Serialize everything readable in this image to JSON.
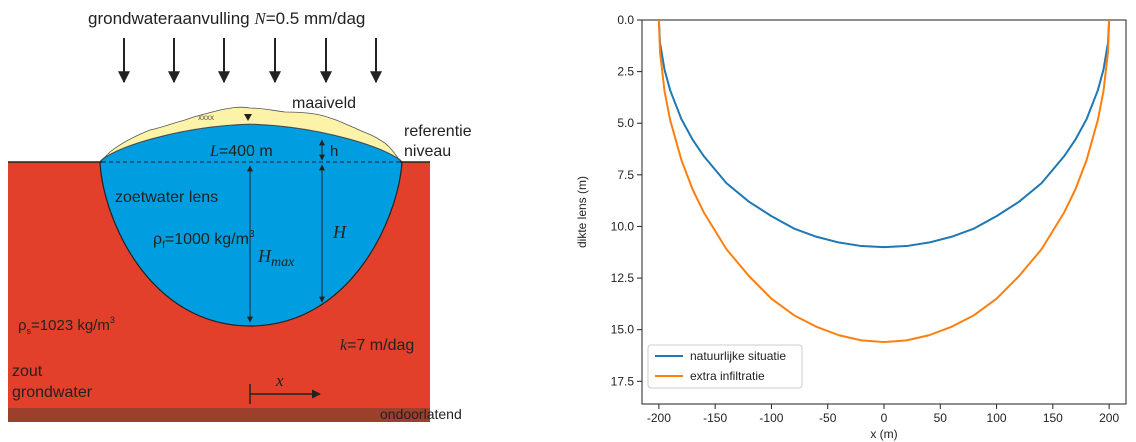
{
  "diagram": {
    "title_prefix": "grondwateraanvulling ",
    "title_symbol": "N",
    "title_suffix": "=0.5 mm/dag",
    "maaiveld": "maaiveld",
    "referentie_line1": "referentie",
    "referentie_line2": "niveau",
    "L_symbol": "L",
    "L_value": "=400 m",
    "h_label": "h",
    "zoetwater_lens": "zoetwater lens",
    "rho_f_base": "ρ",
    "rho_f_sub": "f",
    "rho_f_value": "=1000 kg/m",
    "rho_f_sup": "3",
    "H_label": "H",
    "Hmax_base": "H",
    "Hmax_sub": "max",
    "rho_s_base": "ρ",
    "rho_s_sub": "s",
    "rho_s_value": "=1023 kg/m",
    "rho_s_sup": "3",
    "k_symbol": "k",
    "k_value": "=7 m/dag",
    "zout_line1": "zout",
    "zout_line2": "grondwater",
    "x_label": "x",
    "ondoorlatend": "ondoorlatend",
    "colors": {
      "salt": "#e2402a",
      "fresh": "#009ee0",
      "sand": "#fdf3a8",
      "impermeable": "#9c3f2c"
    }
  },
  "chart_data": {
    "type": "line",
    "xlabel": "x (m)",
    "ylabel": "dikte lens (m)",
    "xlim": [
      -215,
      215
    ],
    "ylim": [
      18.6,
      0
    ],
    "inverted_y": true,
    "xticks": [
      -200,
      -150,
      -100,
      -50,
      0,
      50,
      100,
      150,
      200
    ],
    "xtick_labels": [
      "-200",
      "-150",
      "-100",
      "-50",
      "0",
      "50",
      "100",
      "150",
      "200"
    ],
    "yticks": [
      0,
      2.5,
      5,
      7.5,
      10,
      12.5,
      15,
      17.5
    ],
    "ytick_labels": [
      "0.0",
      "2.5",
      "5.0",
      "7.5",
      "10.0",
      "12.5",
      "15.0",
      "17.5"
    ],
    "legend_position": "bottom-left",
    "grid": false,
    "series": [
      {
        "name": "natuurlijke situatie",
        "color": "#1f77b4",
        "x": [
          -200,
          -199,
          -195,
          -190,
          -180,
          -170,
          -160,
          -140,
          -120,
          -100,
          -80,
          -60,
          -40,
          -20,
          0,
          20,
          40,
          60,
          80,
          100,
          120,
          140,
          160,
          170,
          180,
          190,
          195,
          199,
          200
        ],
        "y": [
          0,
          1.1,
          2.4,
          3.4,
          4.8,
          5.8,
          6.6,
          7.9,
          8.8,
          9.5,
          10.1,
          10.5,
          10.78,
          10.95,
          11.0,
          10.95,
          10.78,
          10.5,
          10.1,
          9.5,
          8.8,
          7.9,
          6.6,
          5.8,
          4.8,
          3.4,
          2.4,
          1.1,
          0
        ]
      },
      {
        "name": "extra infiltratie",
        "color": "#ff7f0e",
        "x": [
          -200,
          -199,
          -195,
          -190,
          -180,
          -170,
          -160,
          -140,
          -120,
          -100,
          -80,
          -60,
          -40,
          -20,
          0,
          20,
          40,
          60,
          80,
          100,
          120,
          140,
          160,
          170,
          180,
          190,
          195,
          199,
          200
        ],
        "y": [
          0,
          1.56,
          3.44,
          4.84,
          6.78,
          8.21,
          9.33,
          11.1,
          12.4,
          13.5,
          14.3,
          14.86,
          15.27,
          15.52,
          15.6,
          15.52,
          15.27,
          14.86,
          14.3,
          13.5,
          12.4,
          11.1,
          9.33,
          8.21,
          6.78,
          4.84,
          3.44,
          1.56,
          0
        ]
      }
    ]
  }
}
